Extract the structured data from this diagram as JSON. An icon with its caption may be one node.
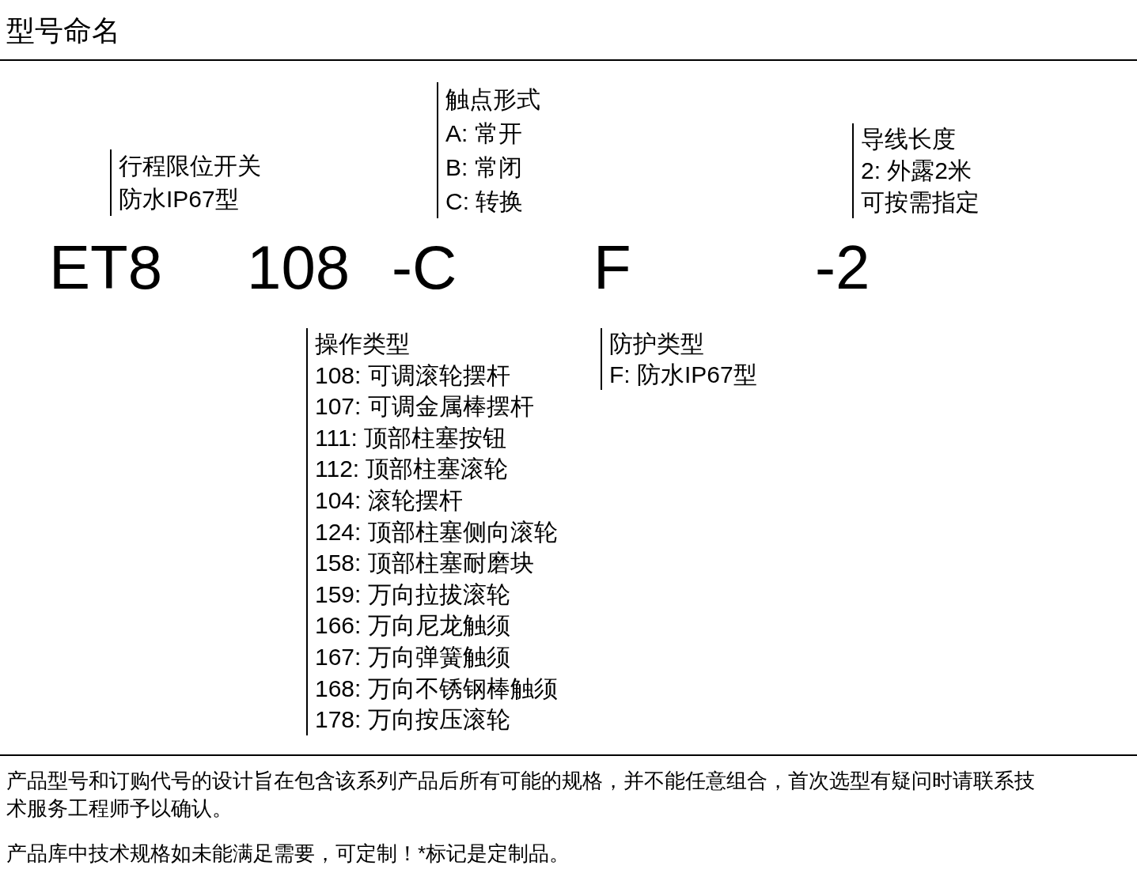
{
  "diagram": {
    "title": "型号命名",
    "nodes": [
      {
        "text": [
          "行程限位开关",
          "防水IP67型"
        ]
      },
      {
        "text": [
          "触点形式",
          "A: 常开",
          "B: 常闭",
          "C: 转换"
        ]
      },
      {
        "text": [
          "导线长度",
          "2: 外露2米",
          "可按需指定"
        ]
      },
      {
        "text": [
          "操作类型",
          "108: 可调滚轮摆杆",
          "107: 可调金属棒摆杆",
          "111: 顶部柱塞按钮",
          "112: 顶部柱塞滚轮",
          "104: 滚轮摆杆",
          "124: 顶部柱塞侧向滚轮",
          "158: 顶部柱塞耐磨块",
          "159: 万向拉拔滚轮",
          "166: 万向尼龙触须",
          "167: 万向弹簧触须",
          "168: 万向不锈钢棒触须",
          "178: 万向按压滚轮"
        ]
      },
      {
        "text": [
          "防护类型",
          "F: 防水IP67型"
        ]
      }
    ],
    "labels": [
      "ET8",
      "108",
      "-C",
      "F",
      "-2",
      "产品型号和订购代号的设计旨在包含该系列产品后所有可能的规格，并不能任意组合，首次选型有疑问时请联系技术服务工程师予以确认。",
      "产品库中技术规格如未能满足需要，可定制！*标记是定制品。"
    ]
  }
}
